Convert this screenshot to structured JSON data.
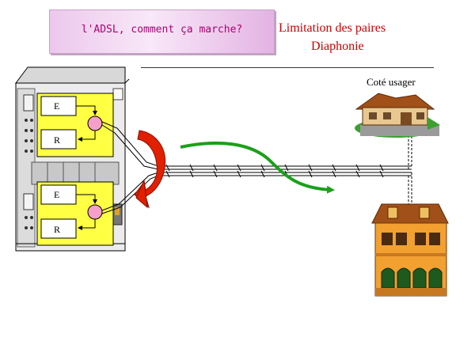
{
  "banner": {
    "text": "l'ADSL, comment ça marche?"
  },
  "title": {
    "line1": "Limitation des paires",
    "line2": "Diaphonie"
  },
  "user_side_label": "Coté usager",
  "modules": [
    {
      "emitter": "E",
      "receiver": "R"
    },
    {
      "emitter": "E",
      "receiver": "R"
    }
  ],
  "colors": {
    "banner_text": "#b00070",
    "title": "#cc0000",
    "module_fill": "#ffff44",
    "crosstalk_arrow": "#e02000",
    "signal_arrow": "#1aa01a"
  }
}
